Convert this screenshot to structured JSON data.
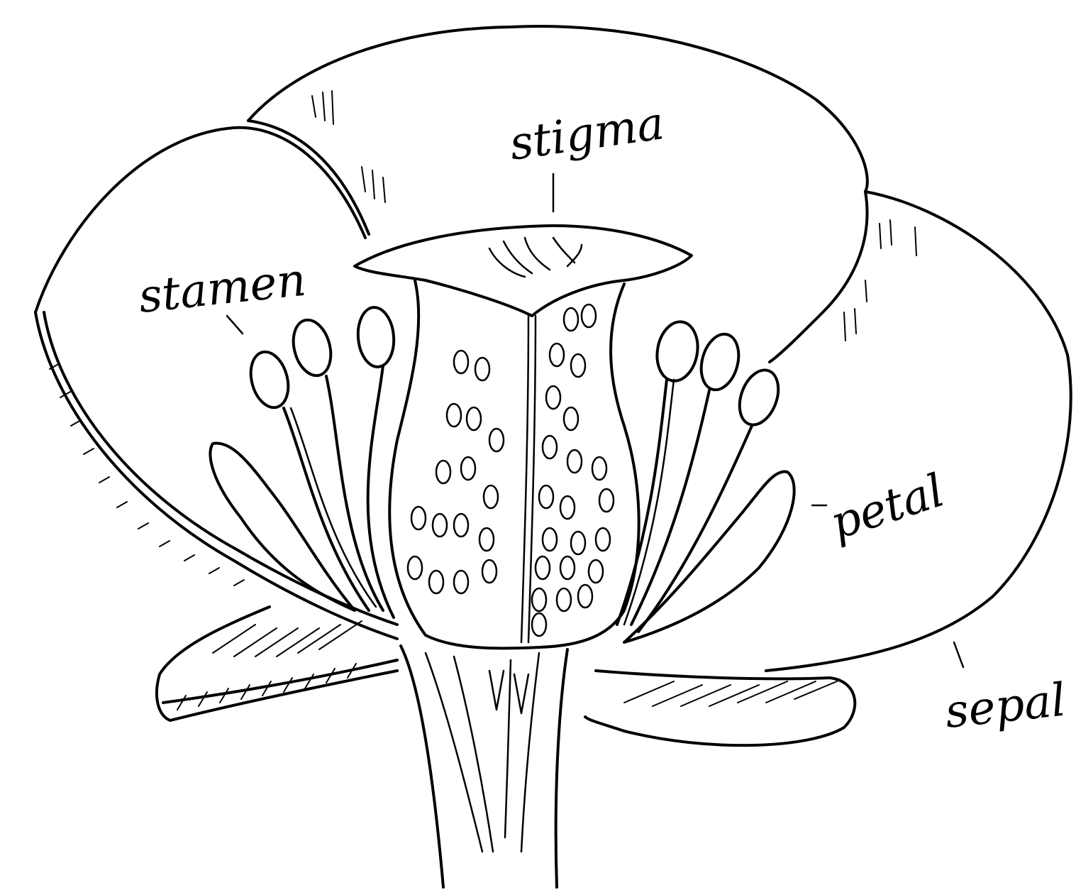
{
  "diagram": {
    "labels": {
      "stigma": "stigma",
      "stamen": "stamen",
      "petal": "petal",
      "sepal": "sepal"
    },
    "ink_color": "#000000",
    "paper_color": "#ffffff"
  }
}
